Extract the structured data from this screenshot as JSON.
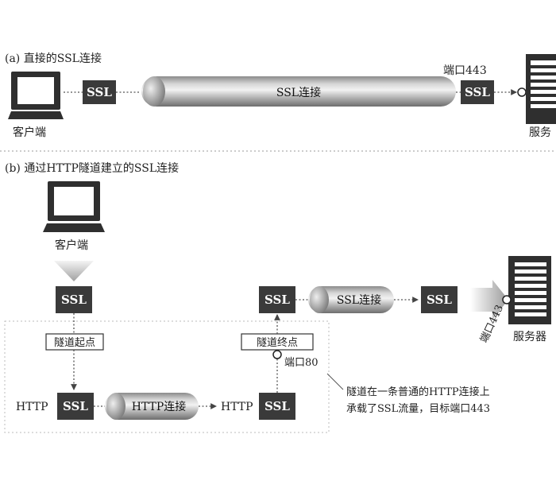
{
  "section_a": {
    "title": "(a) 直接的SSL连接",
    "client_label": "客户端",
    "ssl_client": "SSL",
    "pipe_label": "SSL连接",
    "port_label": "端口443",
    "ssl_server": "SSL",
    "server_label": "服务"
  },
  "section_b": {
    "title": "(b) 通过HTTP隧道建立的SSL连接",
    "client_label": "客户端",
    "ssl_client": "SSL",
    "tunnel_start": "隧道起点",
    "http_left": "HTTP",
    "ssl_left": "SSL",
    "http_pipe_label": "HTTP连接",
    "http_right": "HTTP",
    "ssl_right": "SSL",
    "tunnel_end": "隧道终点",
    "port80": "端口80",
    "ssl_top_left": "SSL",
    "ssl_pipe_label": "SSL连接",
    "ssl_top_right": "SSL",
    "port443_vertical": "端口443",
    "server_label": "服务器",
    "note_line1": "隧道在一条普通的HTTP连接上",
    "note_line2": "承载了SSL流量，目标端口443"
  }
}
